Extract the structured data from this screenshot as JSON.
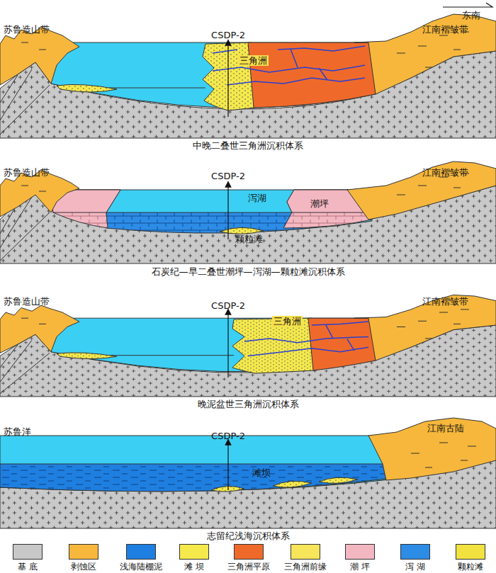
{
  "diagram": {
    "labels": [
      "东南",
      "苏鲁造山带",
      "CSDP-2",
      "江南褶皱带",
      "三角洲",
      "中晚二叠世三角洲沉积体系",
      "苏鲁造山带",
      "CSDP-2",
      "江南褶皱带",
      "泻湖",
      "潮坪",
      "颗粒滩",
      "石炭纪—早二叠世潮坪—泻湖—颗粒滩沉积体系",
      "苏鲁造山带",
      "CSDP-2",
      "江南褶皱带",
      "三角洲",
      "晚泥盆世三角洲沉积体系",
      "苏鲁洋",
      "CSDP-2",
      "江南古陆",
      "滩坝",
      "志留纪浅海沉积体系"
    ],
    "legend": [
      {
        "text": "基 底",
        "color": "#c8c8c8"
      },
      {
        "text": "剥蚀区",
        "color": "#f6b73c"
      },
      {
        "text": "浅海陆棚泥",
        "color": "#1f7fe0"
      },
      {
        "text": "滩 坝",
        "color": "#f5e94c"
      },
      {
        "text": "三角洲平原",
        "color": "#ef6a2a"
      },
      {
        "text": "三角洲前缘",
        "color": "#f7e55a"
      },
      {
        "text": "潮 坪",
        "color": "#f3b7c2"
      },
      {
        "text": "泻 湖",
        "color": "#2c8ce6"
      },
      {
        "text": "颗粒滩",
        "color": "#f2e23f"
      }
    ]
  }
}
